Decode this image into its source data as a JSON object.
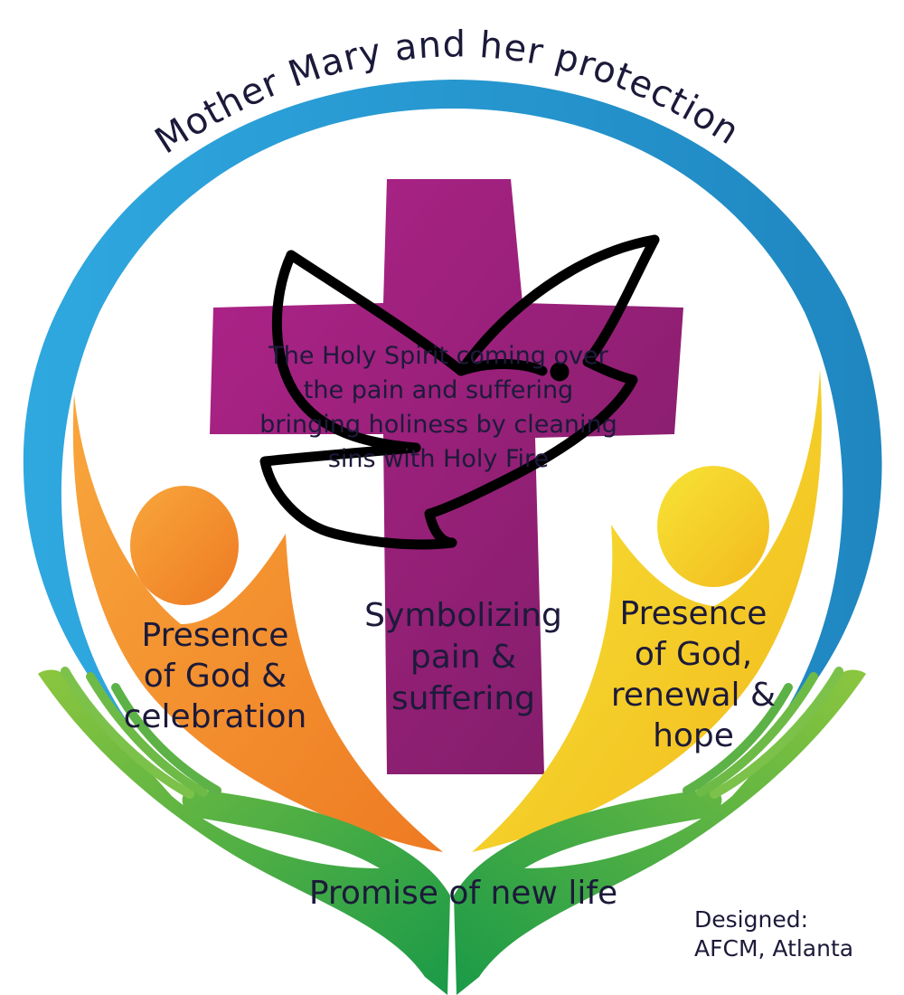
{
  "arc_title": "Mother Mary and her protection",
  "cross_text": {
    "lines": [
      "The Holy Spirit coming over",
      "the pain and suffering",
      "bringing holiness by cleaning",
      "sins with Holy Fire"
    ]
  },
  "cross_label": {
    "lines": [
      "Symbolizing",
      "pain &",
      "suffering"
    ]
  },
  "left_figure_label": {
    "lines": [
      "Presence",
      "of God &",
      "celebration"
    ]
  },
  "right_figure_label": {
    "lines": [
      "Presence",
      "of God,",
      "renewal &",
      "hope"
    ]
  },
  "hands_label": "Promise of new life",
  "credit": {
    "line1": "Designed:",
    "line2": "AFCM, Atlanta"
  },
  "colors": {
    "arc": "#2b9fd8",
    "cross": "#9b2177",
    "left_figure": "#f18a2a",
    "right_figure": "#f4cf22",
    "hands": "#4ab446",
    "dove_outline": "#000000",
    "text": "#1c1a3a"
  }
}
